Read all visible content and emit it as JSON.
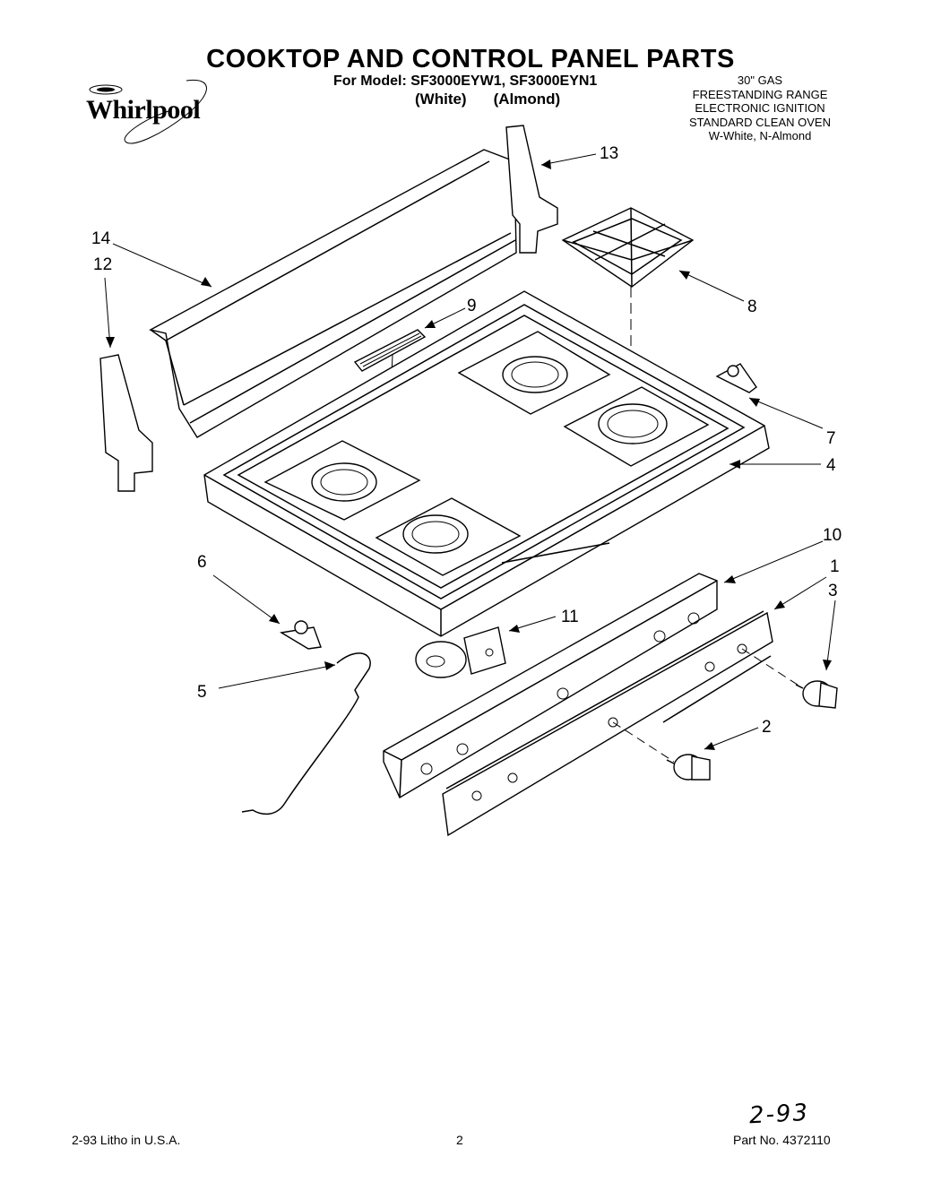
{
  "header": {
    "title": "COOKTOP AND CONTROL PANEL PARTS",
    "model_line": "For Model: SF3000EYW1, SF3000EYN1",
    "variant_white": "(White)",
    "variant_almond": "(Almond)",
    "brand": "Whirlpool",
    "specs": [
      "30\" GAS",
      "FREESTANDING RANGE",
      "ELECTRONIC IGNITION",
      "STANDARD CLEAN OVEN",
      "W-White, N-Almond"
    ]
  },
  "callouts": [
    "1",
    "2",
    "3",
    "4",
    "5",
    "6",
    "7",
    "8",
    "9",
    "10",
    "11",
    "12",
    "13",
    "14"
  ],
  "footer": {
    "litho": "2-93  Litho in U.S.A.",
    "page": "2",
    "part_no": "Part No. 4372110",
    "handwritten": "2-93"
  }
}
